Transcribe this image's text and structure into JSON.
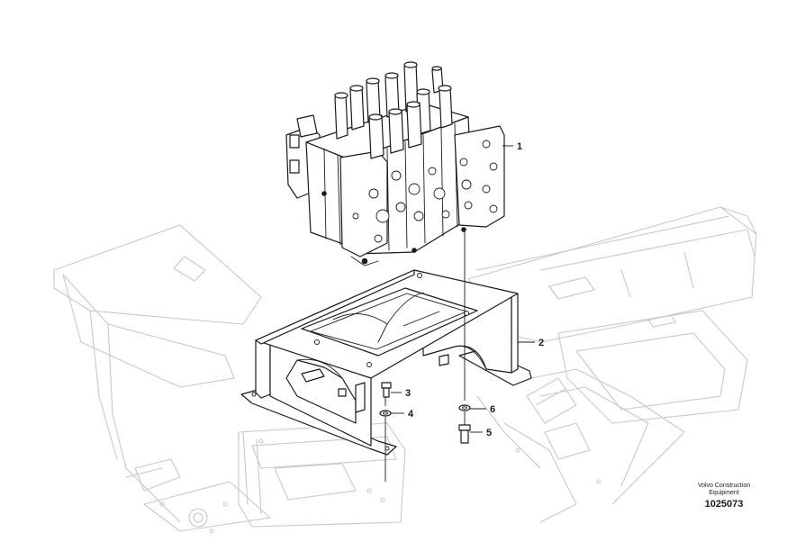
{
  "title_block": {
    "manufacturer_line1": "Volvo Construction",
    "manufacturer_line2": "Equipment",
    "drawing_number": "1025073"
  },
  "callouts": [
    {
      "label": "1",
      "part": "control-valve"
    },
    {
      "label": "2",
      "part": "mounting-bracket"
    },
    {
      "label": "3",
      "part": "screw-upper-left"
    },
    {
      "label": "4",
      "part": "washer-left"
    },
    {
      "label": "5",
      "part": "screw-lower-right"
    },
    {
      "label": "6",
      "part": "washer-right"
    }
  ],
  "colors": {
    "line": "#1a1a1a",
    "background_frame": "#c8c8c8",
    "paper": "#ffffff"
  }
}
